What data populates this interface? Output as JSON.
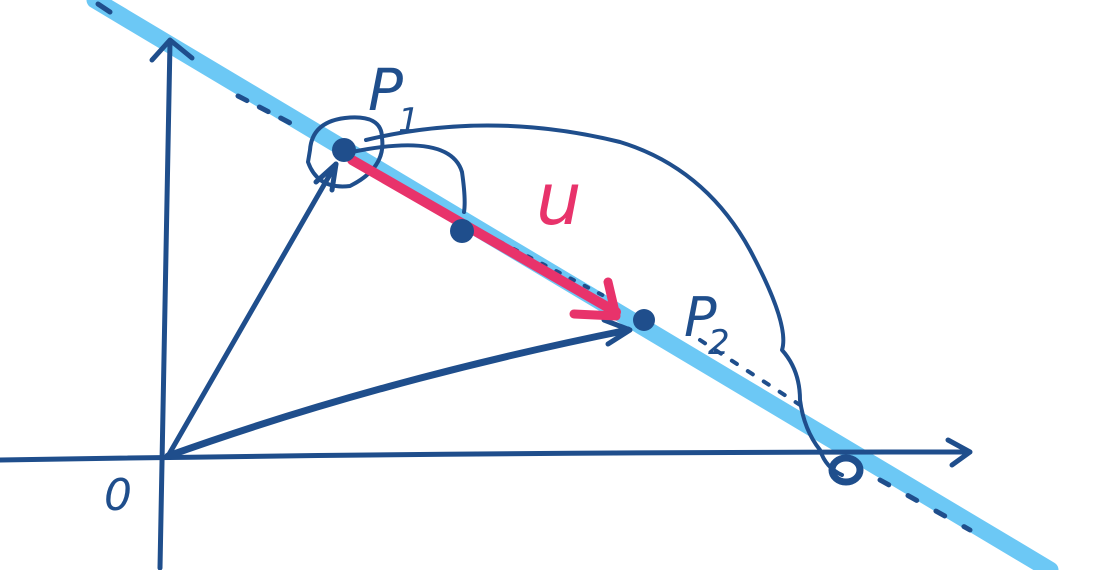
{
  "labels": {
    "origin": "0",
    "p1_main": "P",
    "p1_sub": "1",
    "p2_main": "P",
    "p2_sub": "2",
    "vector": "u"
  },
  "colors": {
    "ink": "#1f4e8c",
    "line": "#6cc8f5",
    "vector": "#e8336b",
    "background": "#ffffff"
  }
}
